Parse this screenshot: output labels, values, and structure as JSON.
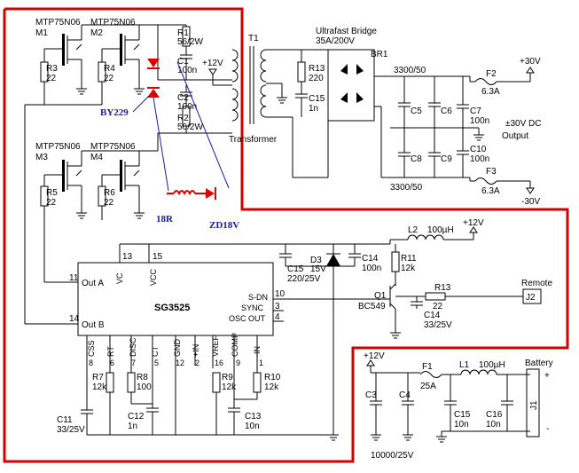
{
  "transistors": {
    "m1": {
      "part": "MTP75N06",
      "ref": "M1"
    },
    "m2": {
      "part": "MTP75N06",
      "ref": "M2"
    },
    "m3": {
      "part": "MTP75N06",
      "ref": "M3"
    },
    "m4": {
      "part": "MTP75N06",
      "ref": "M4"
    }
  },
  "resistors": {
    "r1": {
      "ref": "R1",
      "value": "56/2W"
    },
    "r2": {
      "ref": "R2",
      "value": "56/2W"
    },
    "r3": {
      "ref": "R3",
      "value": "22"
    },
    "r4": {
      "ref": "R4",
      "value": "22"
    },
    "r5": {
      "ref": "R5",
      "value": "22"
    },
    "r6": {
      "ref": "R6",
      "value": "22"
    },
    "r7": {
      "ref": "R7",
      "value": "12k"
    },
    "r8": {
      "ref": "R8",
      "value": "100"
    },
    "r9": {
      "ref": "R9",
      "value": "12k"
    },
    "r10": {
      "ref": "R10",
      "value": "12k"
    },
    "r11": {
      "ref": "R11",
      "value": "12k"
    },
    "r13": {
      "ref": "R13",
      "value": "22"
    },
    "r13b": {
      "ref": "R13",
      "value": "220"
    }
  },
  "capacitors": {
    "c1": {
      "ref": "C1",
      "value": "100n"
    },
    "c2": {
      "ref": "C2",
      "value": "100n"
    },
    "c3": {
      "ref": "C3"
    },
    "c4": {
      "ref": "C4"
    },
    "c5": {
      "ref": "C5"
    },
    "c6": {
      "ref": "C6"
    },
    "c7": {
      "ref": "C7",
      "value": "100n"
    },
    "c8": {
      "ref": "C8"
    },
    "c9": {
      "ref": "C9"
    },
    "c10": {
      "ref": "C10",
      "value": "100n"
    },
    "c11": {
      "ref": "C11",
      "value": "33/25V"
    },
    "c12": {
      "ref": "C12",
      "value": "1n"
    },
    "c13": {
      "ref": "C13",
      "value": "10n"
    },
    "c14": {
      "ref": "C14",
      "value": "100n"
    },
    "c14b": {
      "ref": "C14",
      "value": "33/25V"
    },
    "c15": {
      "ref": "C15",
      "value": "1n"
    },
    "c15b": {
      "ref": "C15",
      "value": "220/25V"
    },
    "c15c": {
      "ref": "C15",
      "value": "10n"
    },
    "c16": {
      "ref": "C16",
      "value": "10n"
    },
    "cap_bank": "3300/50",
    "cap_bank2": "3300/50",
    "input_caps": "10000/25V"
  },
  "ic": {
    "name": "SG3525",
    "pins": {
      "vc": "VC",
      "vcc": "VCC",
      "outa": "Out A",
      "outb": "Out B",
      "sdn": "S-DN",
      "sync": "SYNC",
      "oscout": "OSC OUT",
      "css": "CSS",
      "rt": "RT",
      "disc": "DISC",
      "ct": "CT",
      "gnd": "GND",
      "inp": "+IN",
      "vref": "VREF",
      "comp": "COMP",
      "inn": "-IN"
    },
    "pin_numbers": {
      "p13": "13",
      "p15": "15",
      "p11": "11",
      "p14": "14",
      "p10": "10",
      "p3": "3",
      "p4": "4",
      "p8": "8",
      "p6": "6",
      "p7": "7",
      "p5": "5",
      "p12": "12",
      "p2": "2",
      "p16": "16",
      "p9": "9",
      "p1": "1"
    }
  },
  "misc": {
    "transformer_ref": "T1",
    "transformer_label": "Transformer",
    "bridge_title": "Ultrafast Bridge",
    "bridge_rating": "35A/200V",
    "bridge_ref": "BR1",
    "f1": {
      "ref": "F1",
      "value": "25A"
    },
    "f2": {
      "ref": "F2",
      "value": "6.3A"
    },
    "f3": {
      "ref": "F3",
      "value": "6.3A"
    },
    "l1": {
      "ref": "L1",
      "value": "100µH"
    },
    "l2": {
      "ref": "L2",
      "value": "100µH"
    },
    "d3": {
      "ref": "D3",
      "value": "15V"
    },
    "q1": {
      "ref": "Q1",
      "value": "BC549"
    },
    "plus12_a": "+12V",
    "plus12_b": "+12V",
    "plus12_c": "+12V",
    "plus30": "+30V",
    "minus30": "-30V",
    "output_title": "±30V DC",
    "output_label": "Output",
    "remote": "Remote",
    "j2": "J2",
    "battery": "Battery",
    "j1": "J1",
    "plus_sign": "+",
    "minus_sign": "-",
    "by229": "BY229",
    "r18": "18R",
    "zd": "ZD18V"
  }
}
